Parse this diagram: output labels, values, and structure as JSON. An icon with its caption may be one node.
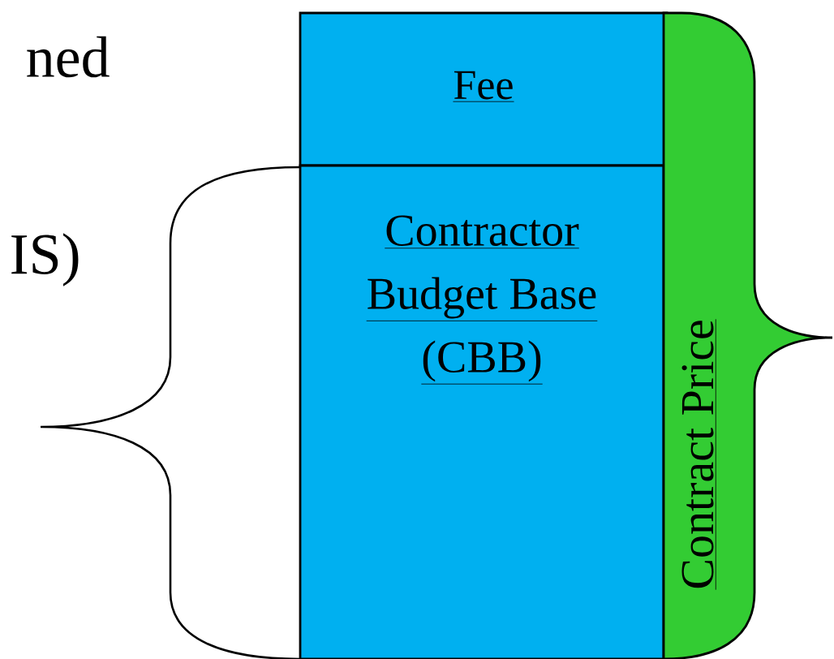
{
  "diagram": {
    "nodes": [
      {
        "text": [
          "Fee"
        ]
      },
      {
        "text": [
          "Contractor Budget Base (CBB)"
        ]
      },
      {
        "text": [
          "Contract Price"
        ]
      }
    ],
    "labels": [
      "ned",
      "IS)"
    ]
  }
}
